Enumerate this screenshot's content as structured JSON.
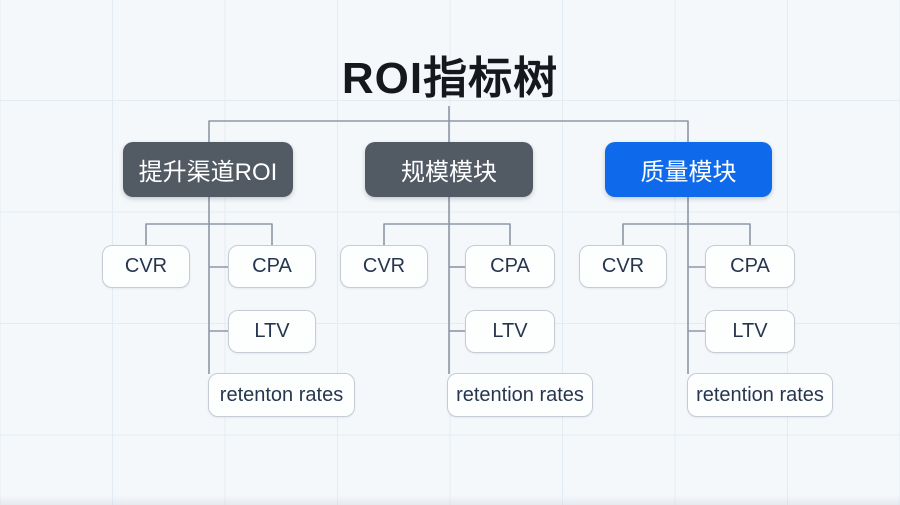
{
  "title": "ROI指标树",
  "canvas": {
    "background": "#f5f8fa",
    "grid_color": "#e4ecf3",
    "connector_color": "#8e97a6",
    "dark_node_color": "#525a64",
    "accent_node_color": "#0e6aeb"
  },
  "groups": [
    {
      "label": "提升渠道ROI",
      "color": "#525a64",
      "children": [
        "CVR",
        "CPA",
        "LTV",
        "retenton rates"
      ]
    },
    {
      "label": "规模模块",
      "color": "#525a64",
      "children": [
        "CVR",
        "CPA",
        "LTV",
        "retention rates"
      ]
    },
    {
      "label": "质量模块",
      "color": "#0e6aeb",
      "children": [
        "CVR",
        "CPA",
        "LTV",
        "retention rates"
      ]
    }
  ]
}
